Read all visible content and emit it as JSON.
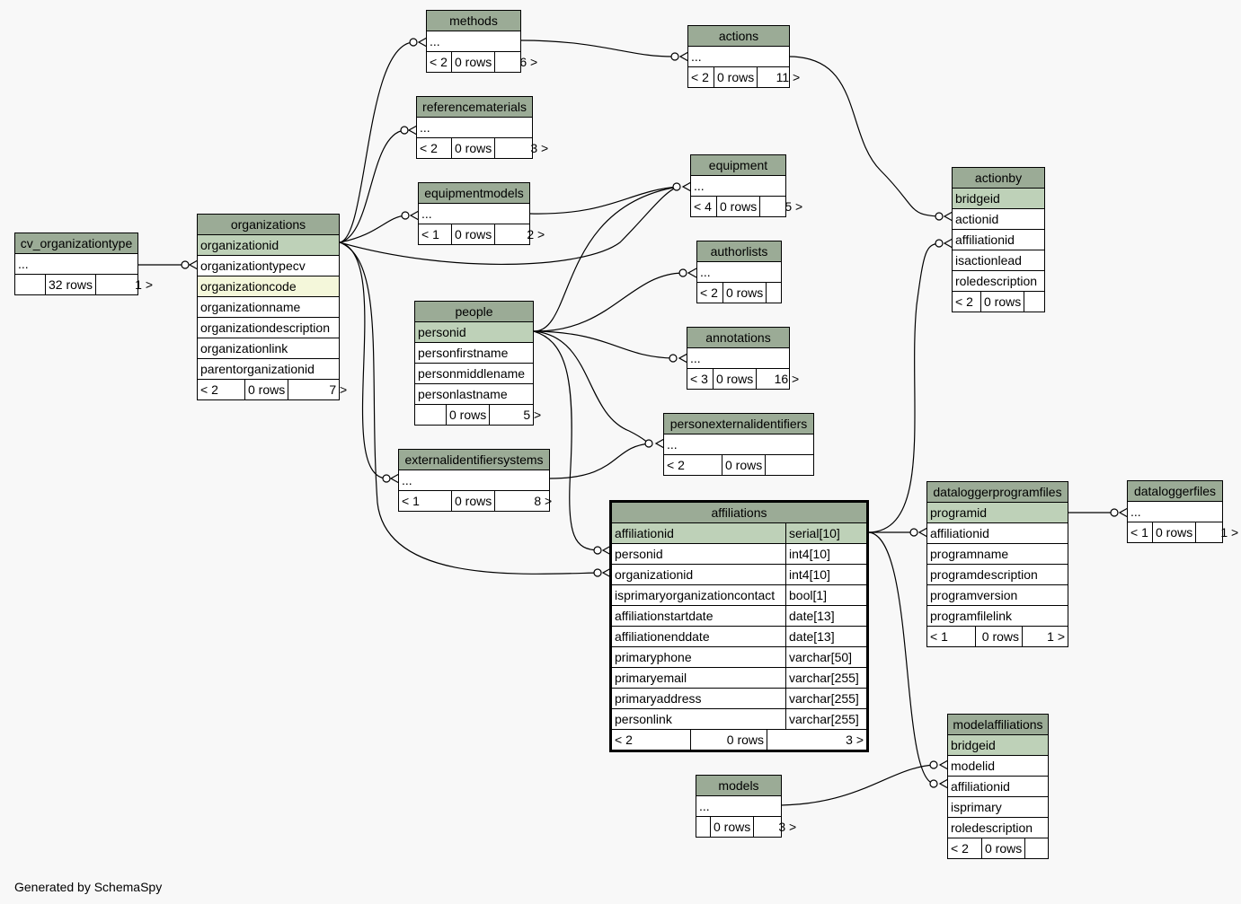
{
  "footer": "Generated by SchemaSpy",
  "colors": {
    "header": "#9bab96",
    "primary_key": "#bed1b8",
    "unique_key": "#f4f7da"
  },
  "tables": {
    "cv_organizationtype": {
      "name": "cv_organizationtype",
      "cols": [
        "..."
      ],
      "parents": "",
      "rows": "32 rows",
      "children": "1 >"
    },
    "organizations": {
      "name": "organizations",
      "cols": [
        "organizationid",
        "organizationtypecv",
        "organizationcode",
        "organizationname",
        "organizationdescription",
        "organizationlink",
        "parentorganizationid"
      ],
      "parents": "< 2",
      "rows": "0 rows",
      "children": "7 >"
    },
    "methods": {
      "name": "methods",
      "cols": [
        "..."
      ],
      "parents": "< 2",
      "rows": "0 rows",
      "children": "6 >"
    },
    "referencematerials": {
      "name": "referencematerials",
      "cols": [
        "..."
      ],
      "parents": "< 2",
      "rows": "0 rows",
      "children": "3 >"
    },
    "equipmentmodels": {
      "name": "equipmentmodels",
      "cols": [
        "..."
      ],
      "parents": "< 1",
      "rows": "0 rows",
      "children": "2 >"
    },
    "people": {
      "name": "people",
      "cols": [
        "personid",
        "personfirstname",
        "personmiddlename",
        "personlastname"
      ],
      "parents": "",
      "rows": "0 rows",
      "children": "5 >"
    },
    "externalidentifiersystems": {
      "name": "externalidentifiersystems",
      "cols": [
        "..."
      ],
      "parents": "< 1",
      "rows": "0 rows",
      "children": "8 >"
    },
    "actions": {
      "name": "actions",
      "cols": [
        "..."
      ],
      "parents": "< 2",
      "rows": "0 rows",
      "children": "11 >"
    },
    "equipment": {
      "name": "equipment",
      "cols": [
        "..."
      ],
      "parents": "< 4",
      "rows": "0 rows",
      "children": "5 >"
    },
    "authorlists": {
      "name": "authorlists",
      "cols": [
        "..."
      ],
      "parents": "< 2",
      "rows": "0 rows",
      "children": ""
    },
    "annotations": {
      "name": "annotations",
      "cols": [
        "..."
      ],
      "parents": "< 3",
      "rows": "0 rows",
      "children": "16 >"
    },
    "personexternalidentifiers": {
      "name": "personexternalidentifiers",
      "cols": [
        "..."
      ],
      "parents": "< 2",
      "rows": "0 rows",
      "children": ""
    },
    "affiliations": {
      "name": "affiliations",
      "cols": [
        {
          "n": "affiliationid",
          "t": "serial[10]"
        },
        {
          "n": "personid",
          "t": "int4[10]"
        },
        {
          "n": "organizationid",
          "t": "int4[10]"
        },
        {
          "n": "isprimaryorganizationcontact",
          "t": "bool[1]"
        },
        {
          "n": "affiliationstartdate",
          "t": "date[13]"
        },
        {
          "n": "affiliationenddate",
          "t": "date[13]"
        },
        {
          "n": "primaryphone",
          "t": "varchar[50]"
        },
        {
          "n": "primaryemail",
          "t": "varchar[255]"
        },
        {
          "n": "primaryaddress",
          "t": "varchar[255]"
        },
        {
          "n": "personlink",
          "t": "varchar[255]"
        }
      ],
      "parents": "< 2",
      "rows": "0 rows",
      "children": "3 >"
    },
    "actionby": {
      "name": "actionby",
      "cols": [
        "bridgeid",
        "actionid",
        "affiliationid",
        "isactionlead",
        "roledescription"
      ],
      "parents": "< 2",
      "rows": "0 rows",
      "children": ""
    },
    "dataloggerprogramfiles": {
      "name": "dataloggerprogramfiles",
      "cols": [
        "programid",
        "affiliationid",
        "programname",
        "programdescription",
        "programversion",
        "programfilelink"
      ],
      "parents": "< 1",
      "rows": "0 rows",
      "children": "1 >"
    },
    "dataloggerfiles": {
      "name": "dataloggerfiles",
      "cols": [
        "..."
      ],
      "parents": "< 1",
      "rows": "0 rows",
      "children": "1 >"
    },
    "modelaffiliations": {
      "name": "modelaffiliations",
      "cols": [
        "bridgeid",
        "modelid",
        "affiliationid",
        "isprimary",
        "roledescription"
      ],
      "parents": "< 2",
      "rows": "0 rows",
      "children": ""
    },
    "models": {
      "name": "models",
      "cols": [
        "..."
      ],
      "parents": "",
      "rows": "0 rows",
      "children": "3 >"
    }
  }
}
